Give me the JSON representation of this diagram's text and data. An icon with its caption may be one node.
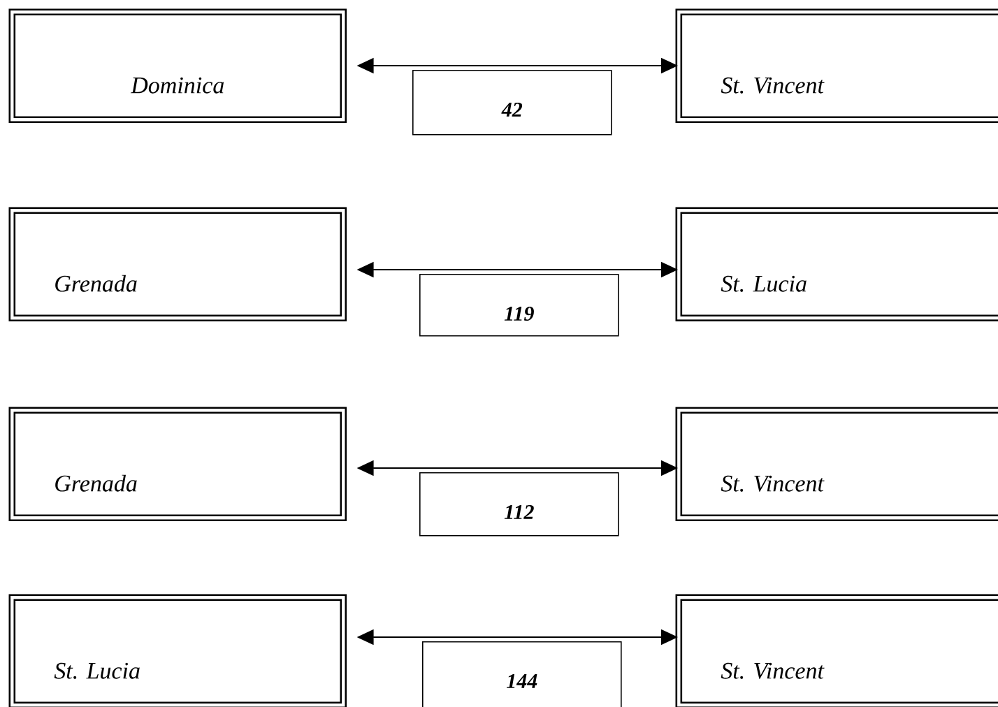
{
  "diagram": {
    "nodes": [
      {
        "text": [
          "Dominica"
        ]
      },
      {
        "text": [
          "42"
        ]
      },
      {
        "text": [
          "St. Vincent"
        ]
      },
      {
        "text": [
          "Grenada"
        ]
      },
      {
        "text": [
          "119"
        ]
      },
      {
        "text": [
          "St. Lucia"
        ]
      },
      {
        "text": [
          "Grenada"
        ]
      },
      {
        "text": [
          "112"
        ]
      },
      {
        "text": [
          "St. Vincent"
        ]
      },
      {
        "text": [
          "St. Lucia"
        ]
      },
      {
        "text": [
          "144"
        ]
      },
      {
        "text": [
          "St. Vincent"
        ]
      }
    ],
    "edges": [
      {
        "from": 0,
        "to": 2,
        "arrow": "both"
      },
      {
        "from": 3,
        "to": 5,
        "arrow": "both"
      },
      {
        "from": 6,
        "to": 8,
        "arrow": "both"
      },
      {
        "from": 9,
        "to": 11,
        "arrow": "both"
      }
    ]
  }
}
